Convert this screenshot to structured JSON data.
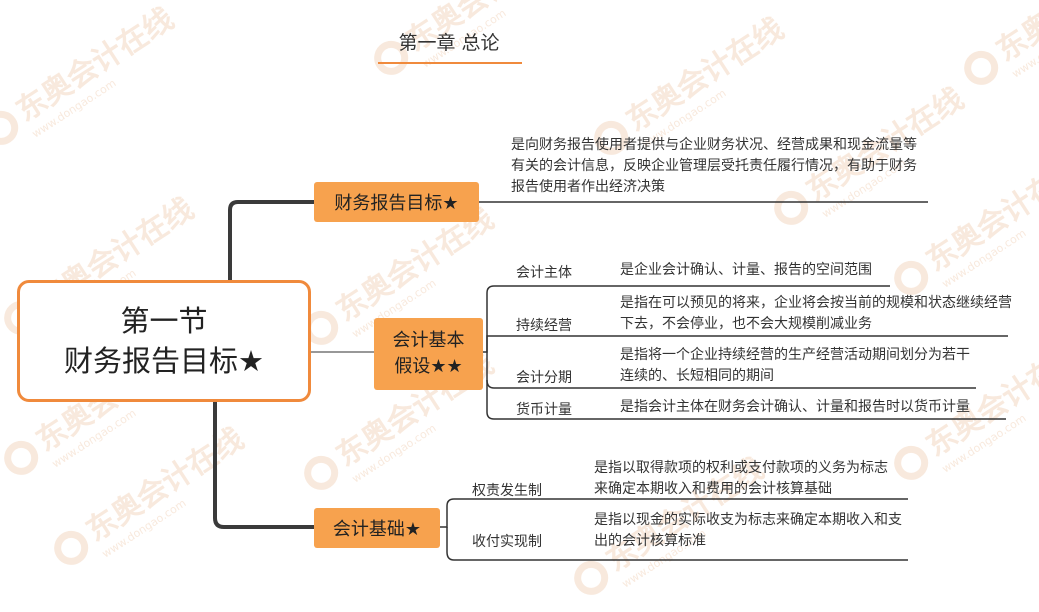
{
  "watermark": {
    "brand": "东奥会计在线",
    "url": "www.dongao.com"
  },
  "chapter_title": "第一章 总论",
  "root": {
    "line1": "第一节",
    "line2": "财务报告目标★"
  },
  "branches": {
    "objective": {
      "label": "财务报告目标★",
      "desc": "是向财务报告使用者提供与企业财务状况、经营成果和现金流量等有关的会计信息，反映企业管理层受托责任履行情况，有助于财务报告使用者作出经济决策"
    },
    "assumptions": {
      "label_line1": "会计基本",
      "label_line2": "假设★★",
      "items": [
        {
          "name": "会计主体",
          "desc": "是企业会计确认、计量、报告的空间范围"
        },
        {
          "name": "持续经营",
          "desc": "是指在可以预见的将来，企业将会按当前的规模和状态继续经营下去，不会停业，也不会大规模削减业务"
        },
        {
          "name": "会计分期",
          "desc": "是指将一个企业持续经营的生产经营活动期间划分为若干连续的、长短相同的期间"
        },
        {
          "name": "货币计量",
          "desc": "是指会计主体在财务会计确认、计量和报告时以货币计量"
        }
      ]
    },
    "basis": {
      "label": "会计基础★",
      "items": [
        {
          "name": "权责发生制",
          "desc": "是指以取得款项的权利或支付款项的义务为标志来确定本期收入和费用的会计核算基础"
        },
        {
          "name": "收付实现制",
          "desc": "是指以现金的实际收支为标志来确定本期收入和支出的会计核算标准"
        }
      ]
    }
  }
}
